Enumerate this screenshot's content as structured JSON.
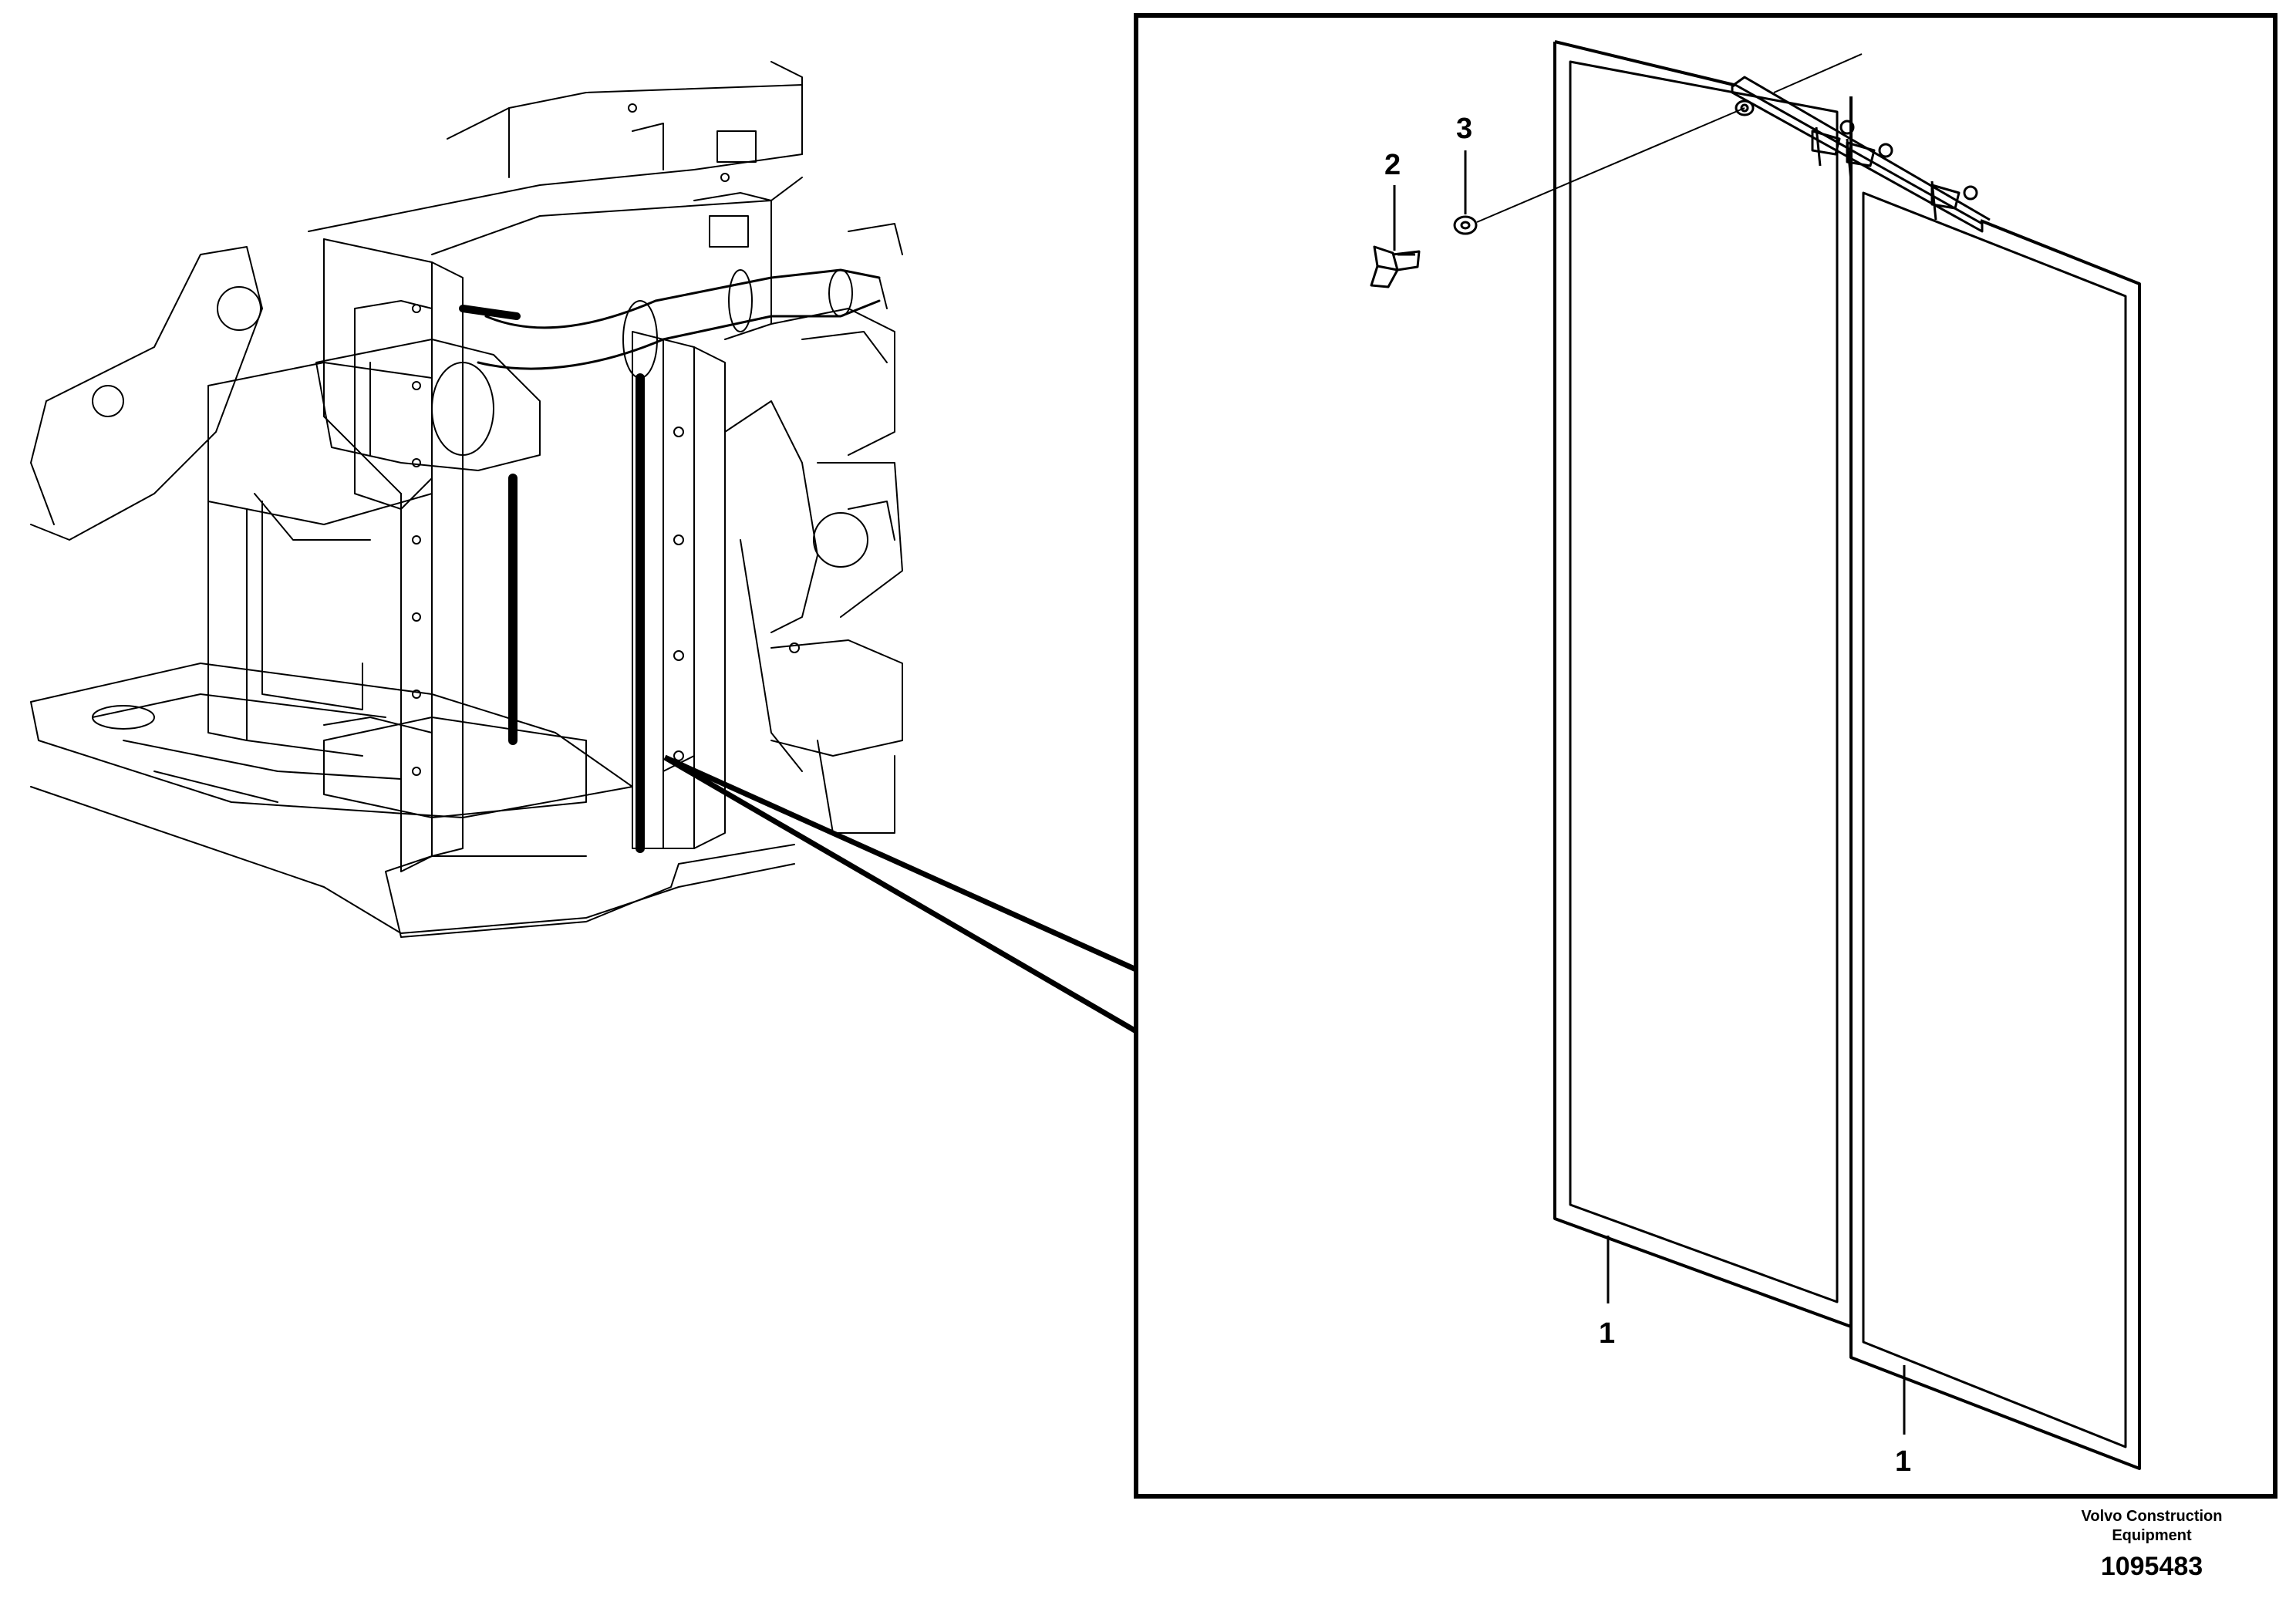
{
  "callouts": {
    "filter_left": "1",
    "filter_right": "1",
    "wing_screw": "2",
    "washer": "3"
  },
  "footer": {
    "publisher_line1": "Volvo Construction",
    "publisher_line2": "Equipment",
    "drawing_number": "1095483"
  }
}
